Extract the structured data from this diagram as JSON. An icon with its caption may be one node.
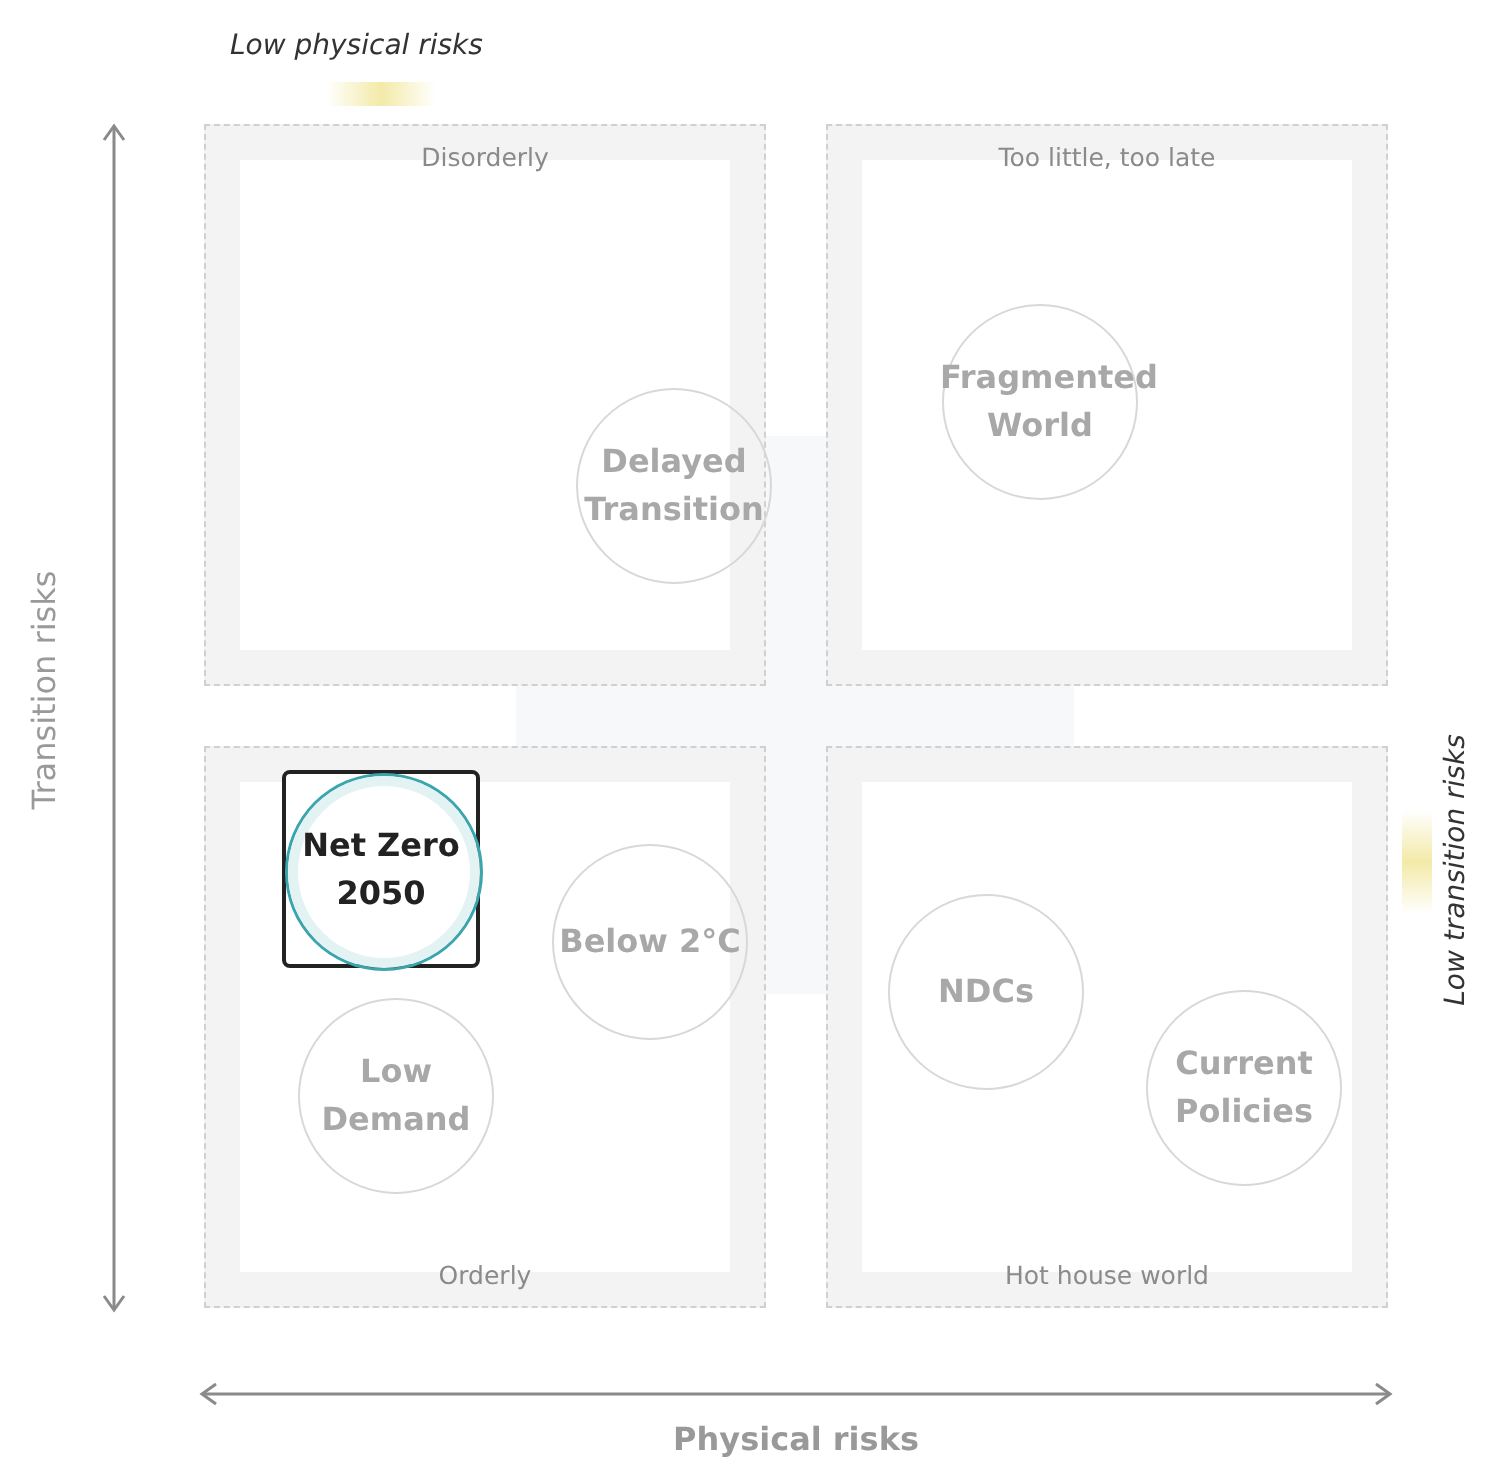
{
  "diagram": {
    "nodes": [
      {
        "text": [
          "Disorderly"
        ]
      },
      {
        "text": [
          "Delayed Transition"
        ],
        "in": 0
      },
      {
        "text": [
          "Too little, too late"
        ]
      },
      {
        "text": [
          "Fragmented World"
        ],
        "in": 2
      },
      {
        "text": [
          "Orderly"
        ]
      },
      {
        "text": [
          "Net Zero 2050"
        ],
        "in": 4
      },
      {
        "text": [
          "Below 2°C"
        ],
        "in": 4
      },
      {
        "text": [
          "Low Demand"
        ],
        "in": 4
      },
      {
        "text": [
          "Hot house world"
        ]
      },
      {
        "text": [
          "NDCs"
        ],
        "in": 8
      },
      {
        "text": [
          "Current Policies"
        ],
        "in": 8
      }
    ],
    "labels": [
      "Low physical risks",
      "Transition risks",
      "Low transition risks",
      "Physical risks"
    ]
  }
}
